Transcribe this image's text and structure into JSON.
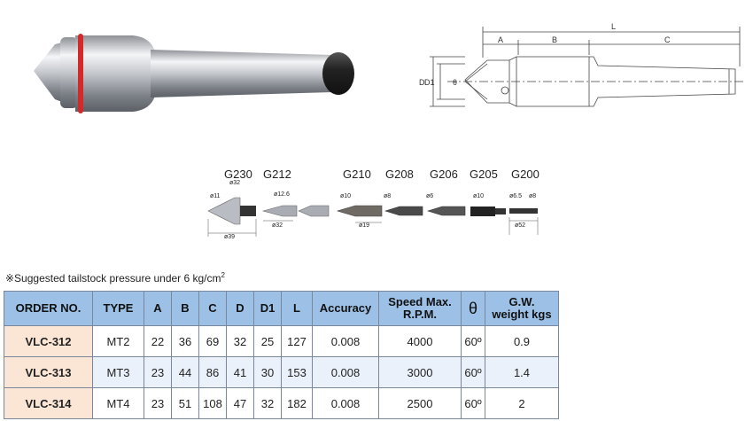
{
  "tips": {
    "labels": [
      "G230",
      "G212",
      "G210",
      "G208",
      "G206",
      "G205",
      "G200"
    ],
    "dims": {
      "g230_top1": "ø11",
      "g230_top2": "ø32",
      "g230_bottom": "ø39",
      "g212_top": "ø12.6",
      "g212_bottom": "ø32",
      "g210_top": "ø10",
      "g210_bottom": "ø19",
      "g208_top": "ø8",
      "g206_top": "ø6",
      "g205_top": "ø10",
      "g200_top1": "ø6.5",
      "g200_top2": "ø8",
      "g200_bottom": "ø52"
    }
  },
  "drawing": {
    "labels": {
      "L": "L",
      "A": "A",
      "B": "B",
      "C": "C",
      "D": "D",
      "D1": "D1",
      "theta": "θ"
    }
  },
  "note": {
    "text": "※Suggested tailstock pressure under 6 kg/cm",
    "sup": "2"
  },
  "table": {
    "headers": {
      "order": "ORDER NO.",
      "type": "TYPE",
      "a": "A",
      "b": "B",
      "c": "C",
      "d": "D",
      "d1": "D1",
      "l": "L",
      "accuracy": "Accuracy",
      "speed1": "Speed Max.",
      "speed2": "R.P.M.",
      "theta": "θ",
      "gw1": "G.W.",
      "gw2": "weight kgs"
    },
    "rows": [
      {
        "order": "VLC-312",
        "type": "MT2",
        "a": "22",
        "b": "36",
        "c": "69",
        "d": "32",
        "d1": "25",
        "l": "127",
        "accuracy": "0.008",
        "speed": "4000",
        "theta": "60º",
        "gw": "0.9"
      },
      {
        "order": "VLC-313",
        "type": "MT3",
        "a": "23",
        "b": "44",
        "c": "86",
        "d": "41",
        "d1": "30",
        "l": "153",
        "accuracy": "0.008",
        "speed": "3000",
        "theta": "60º",
        "gw": "1.4"
      },
      {
        "order": "VLC-314",
        "type": "MT4",
        "a": "23",
        "b": "51",
        "c": "108",
        "d": "47",
        "d1": "32",
        "l": "182",
        "accuracy": "0.008",
        "speed": "2500",
        "theta": "60º",
        "gw": "2"
      }
    ]
  }
}
